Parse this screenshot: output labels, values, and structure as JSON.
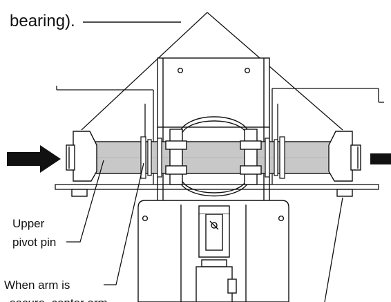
{
  "callouts": {
    "top_text": "bearing).",
    "upper_pivot_line1": "Upper",
    "upper_pivot_line2": "pivot pin",
    "arm_line1": "When arm is",
    "arm_line2": "secure, center arm"
  },
  "colors": {
    "stroke": "#111111",
    "pin_fill": "#c8c8c8",
    "background": "#ffffff",
    "arrow": "#111111"
  },
  "icons": {
    "force_arrow_left": "right-arrow-icon",
    "force_arrow_right": "right-arrow-icon"
  }
}
